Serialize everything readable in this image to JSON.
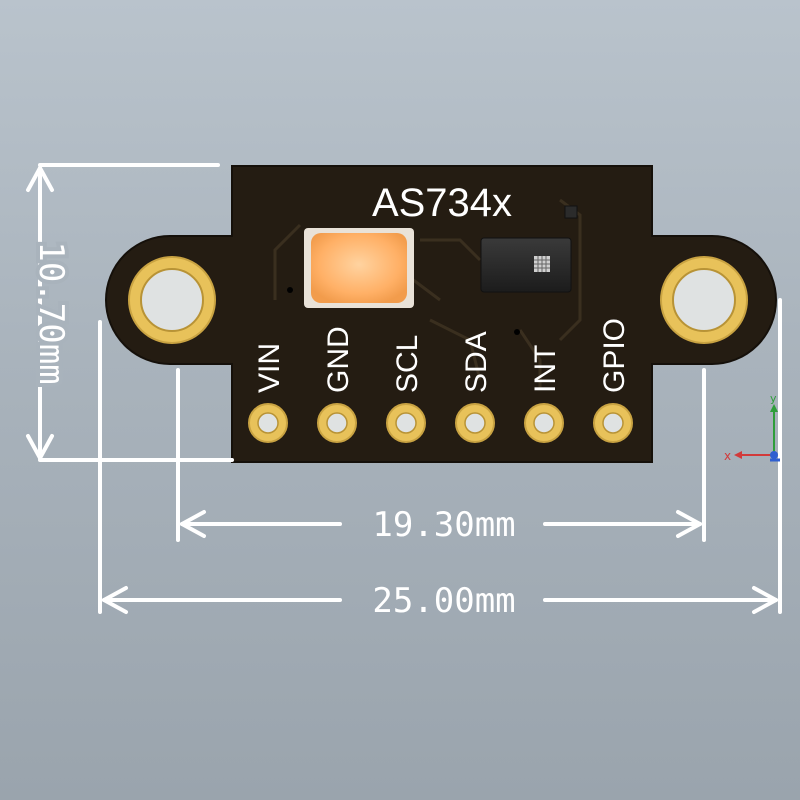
{
  "board": {
    "title": "AS734x",
    "pins": [
      {
        "label": "VIN"
      },
      {
        "label": "GND"
      },
      {
        "label": "SCL"
      },
      {
        "label": "SDA"
      },
      {
        "label": "INT"
      },
      {
        "label": "GPIO"
      }
    ]
  },
  "dimensions": {
    "height": "10.70mm",
    "hole_spacing": "19.30mm",
    "width": "25.00mm"
  },
  "axis_gizmo": {
    "x_label": "x",
    "y_label": "y"
  },
  "colors": {
    "pcb": "#241c12",
    "gold": "#e8c25a",
    "led": "#ffb066",
    "dimension": "#ffffff"
  }
}
